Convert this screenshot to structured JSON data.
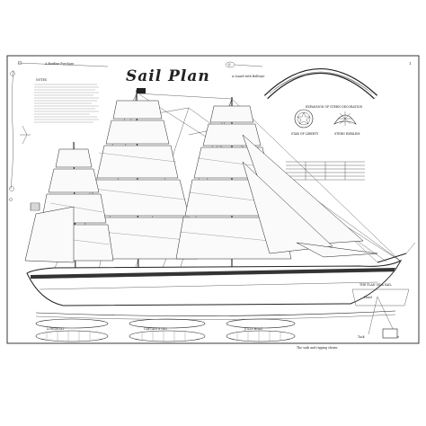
{
  "plan": {
    "title": "Sail Plan",
    "sheet_number": "1",
    "top_left_caption": "A Bowline Purchase",
    "top_right_caption": "A Lizard with Bullseye",
    "emblem_caption": "EXPANSION OF STERN DECORATION",
    "medallion_left_caption": "STAR OF LIBERTY",
    "medallion_right_caption": "STERN EMBLEM",
    "lifeboat_left_caption": "LONGBOAT",
    "lifeboat_mid_caption": "CAPTAIN'S GIG",
    "lifeboat_right_caption": "JOLLY BOAT",
    "detail_caption": "THE PLAN OF A SAIL",
    "tack_caption": "Tack",
    "clew_caption": "Clew",
    "head_caption": "Head",
    "notes_heading": "NOTES",
    "bottom_caption": "The sails and rigging shown"
  }
}
